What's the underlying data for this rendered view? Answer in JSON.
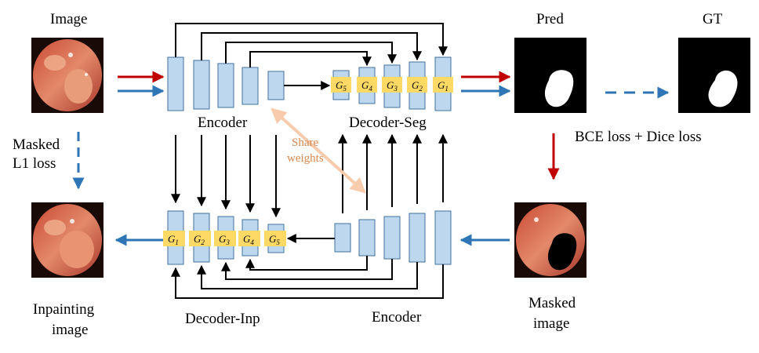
{
  "labels": {
    "image": "Image",
    "pred": "Pred",
    "gt": "GT",
    "encoder_top": "Encoder",
    "decoder_seg": "Decoder-Seg",
    "masked_l1_line1": "Masked",
    "masked_l1_line2": "L1 loss",
    "share_line1": "Share",
    "share_line2": "weights",
    "bce_dice": "BCE loss + Dice loss",
    "inpainting_line1": "Inpainting",
    "inpainting_line2": "image",
    "decoder_inp": "Decoder-Inp",
    "encoder_bottom": "Encoder",
    "masked_image_line1": "Masked",
    "masked_image_line2": "image"
  },
  "gates_top": [
    {
      "letter": "G",
      "sub": "5"
    },
    {
      "letter": "G",
      "sub": "4"
    },
    {
      "letter": "G",
      "sub": "3"
    },
    {
      "letter": "G",
      "sub": "2"
    },
    {
      "letter": "G",
      "sub": "1"
    }
  ],
  "gates_bottom": [
    {
      "letter": "G",
      "sub": "1"
    },
    {
      "letter": "G",
      "sub": "2"
    },
    {
      "letter": "G",
      "sub": "3"
    },
    {
      "letter": "G",
      "sub": "4"
    },
    {
      "letter": "G",
      "sub": "5"
    }
  ],
  "colors": {
    "block_fill": "#bdd7ee",
    "block_stroke": "#41719c",
    "gate_fill": "#ffd966",
    "red_arrow": "#c00000",
    "blue_arrow": "#2e75b6",
    "share_arrow": "#f8cbad"
  }
}
